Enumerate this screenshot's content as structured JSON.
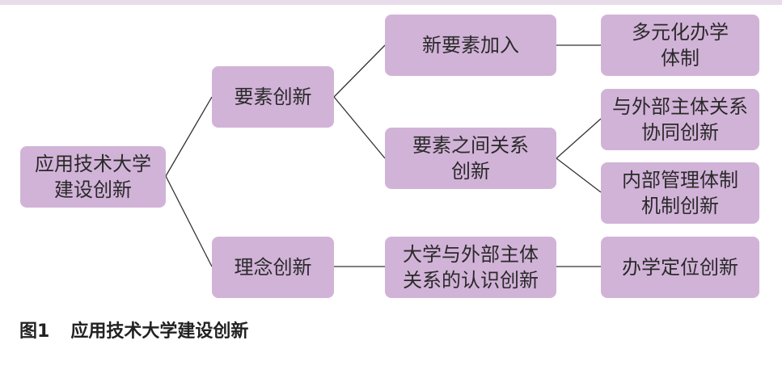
{
  "diagram": {
    "root": "应用技术大学\n建设创新",
    "level1": {
      "element_innovation": "要素创新",
      "concept_innovation": "理念创新"
    },
    "level2": {
      "new_elements": "新要素加入",
      "between_elements": "要素之间关系\n创新",
      "university_relations": "大学与外部主体\n关系的认识创新"
    },
    "level3": {
      "diversified": "多元化办学\n体制",
      "external_synergy": "与外部主体关系\n协同创新",
      "internal_mechanism": "内部管理体制\n机制创新",
      "positioning": "办学定位创新"
    }
  },
  "caption": {
    "figure_number": "图1",
    "title": "应用技术大学建设创新"
  }
}
